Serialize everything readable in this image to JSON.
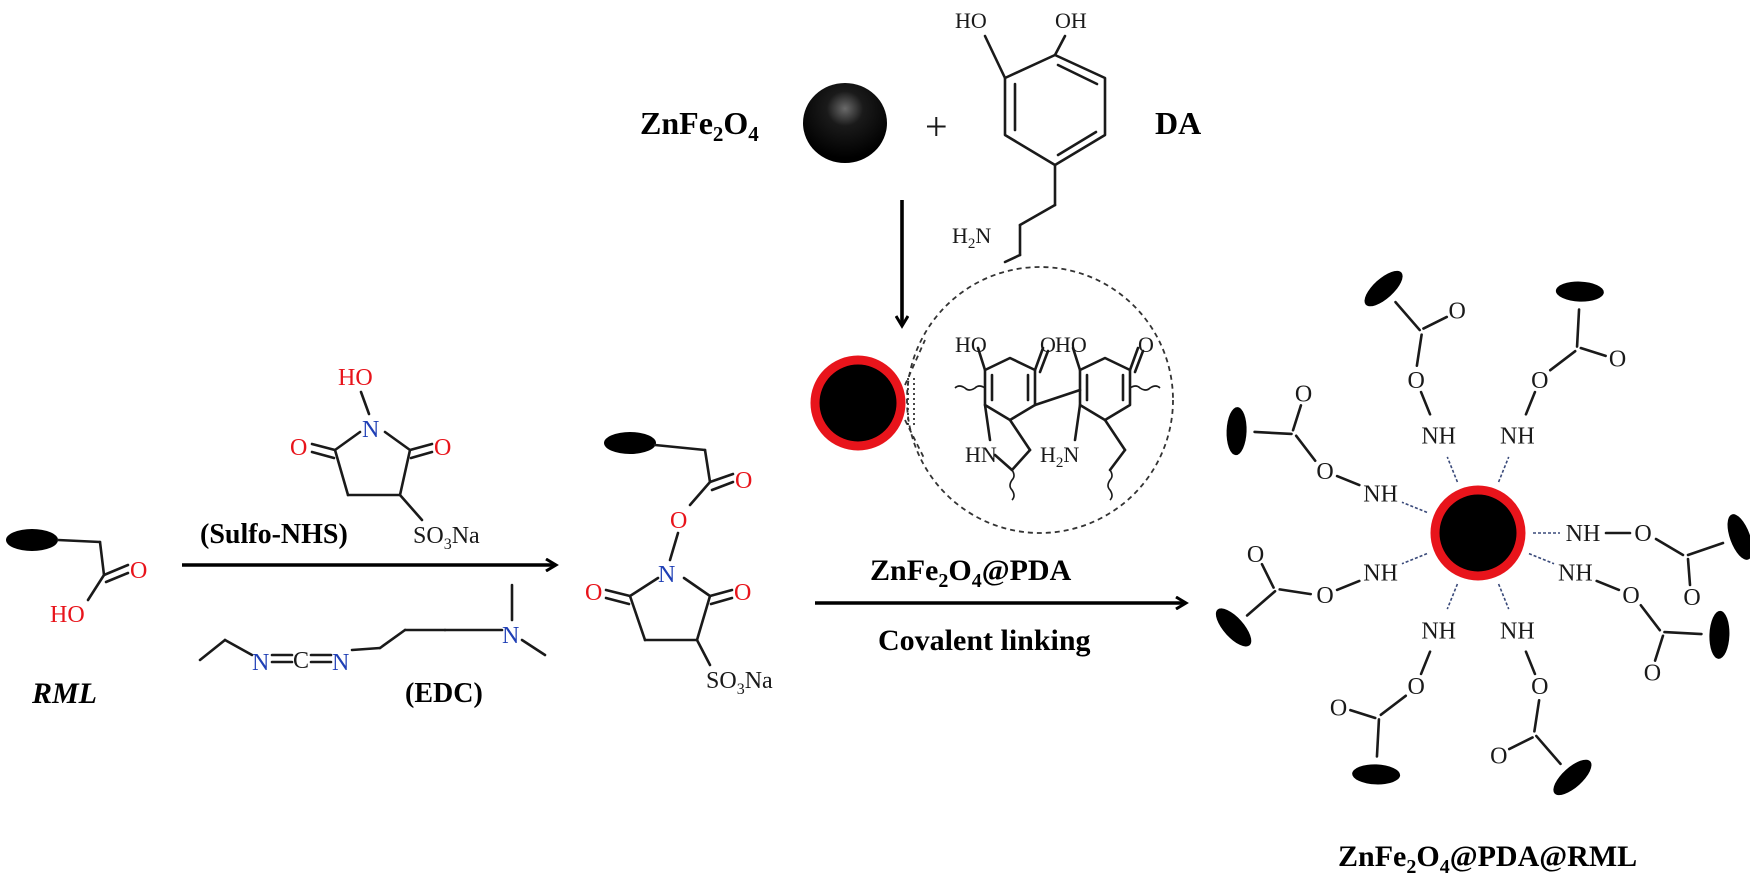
{
  "labels": {
    "znfe2o4_main": "ZnFe",
    "znfe2o4_sub2": "2",
    "znfe2o4_o": "O",
    "znfe2o4_sub4": "4",
    "plus": "+",
    "da": "DA",
    "rml": "RML",
    "sulfo_nhs": "(Sulfo-NHS)",
    "edc": "(EDC)",
    "pda_main": "ZnFe",
    "pda_o": "O",
    "pda_suffix": "@PDA",
    "covalent": "Covalent linking",
    "final_main": "ZnFe",
    "final_o": "O",
    "final_suffix": "@PDA@RML"
  },
  "atoms": {
    "ho": "HO",
    "oh": "OH",
    "o": "O",
    "n": "N",
    "nh": "NH",
    "hn": "HN",
    "h2n_h": "H",
    "h2n_2": "2",
    "h2n_n": "N",
    "so3na_so": "SO",
    "so3na_3": "3",
    "so3na_na": "Na",
    "carbodiimide_c": "C"
  },
  "colors": {
    "oxygen": "#e8141b",
    "nitrogen_edc": "#1f3fb5",
    "particle_core": "#000000",
    "pda_shell": "#e8141b"
  }
}
